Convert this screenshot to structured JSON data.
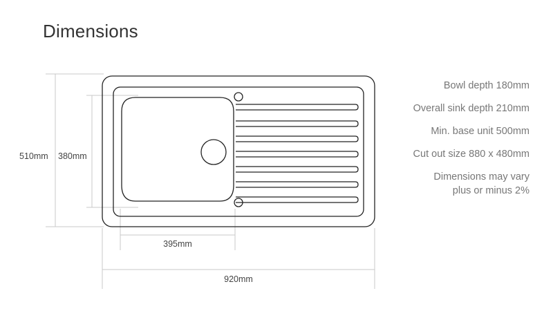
{
  "title": "Dimensions",
  "dimensions": {
    "overall_height": "510mm",
    "bowl_height": "380mm",
    "bowl_width": "395mm",
    "overall_width": "920mm"
  },
  "specs": [
    "Bowl depth 180mm",
    "Overall sink depth 210mm",
    "Min. base unit 500mm",
    "Cut out size 880 x 480mm"
  ],
  "note": {
    "line1": "Dimensions may vary",
    "line2": "plus or minus 2%"
  },
  "colors": {
    "outline": "#222222",
    "dimension_line": "#c8c8c8",
    "text": "#777777"
  }
}
